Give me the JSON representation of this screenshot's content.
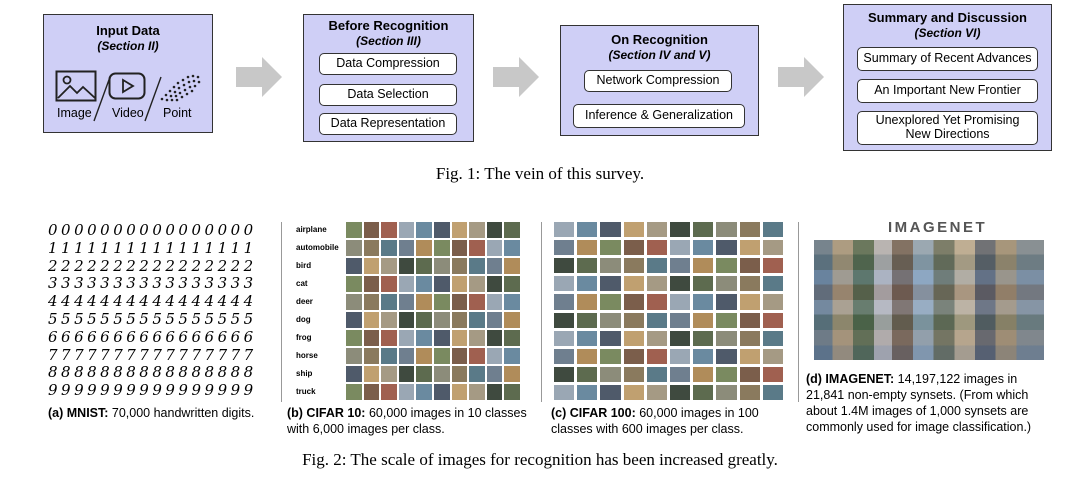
{
  "fig1": {
    "boxes": [
      {
        "title": "Input Data",
        "section": "(Section II)",
        "icons": [
          "Image",
          "Video",
          "Point"
        ]
      },
      {
        "title": "Before Recognition",
        "section": "(Section III)",
        "items": [
          "Data Compression",
          "Data Selection",
          "Data Representation"
        ]
      },
      {
        "title": "On Recognition",
        "section": "(Section IV and V)",
        "items": [
          "Network Compression",
          "Inference & Generalization"
        ]
      },
      {
        "title": "Summary and Discussion",
        "section": "(Section VI)",
        "items": [
          "Summary of Recent Advances",
          "An Important New Frontier",
          "Unexplored Yet Promising New Directions"
        ]
      }
    ],
    "caption": "Fig. 1: The vein of this survey."
  },
  "fig2": {
    "mnist_rows": [
      "0000000000000000",
      "1111111111111111",
      "2222222222222222",
      "3333333333333333",
      "4444444444444444",
      "5555555555555555",
      "6666666666666666",
      "7777777777777777",
      "8888888888888888",
      "9999999999999999"
    ],
    "cifar10_classes": [
      "airplane",
      "automobile",
      "bird",
      "cat",
      "deer",
      "dog",
      "frog",
      "horse",
      "ship",
      "truck"
    ],
    "imagenet_logo": "IMAGENET",
    "panels": [
      {
        "label": "(a) MNIST:",
        "text": " 70,000 handwritten digits."
      },
      {
        "label": "(b) CIFAR 10:",
        "text": " 60,000 images in 10 classes with 6,000 images per class."
      },
      {
        "label": "(c) CIFAR 100:",
        "text": " 60,000 images in  100 classes with 600 images per class."
      },
      {
        "label": "(d) IMAGENET:",
        "text": " 14,197,122 images in 21,841 non-empty synsets. (From which about 1.4M images of 1,000 synsets are commonly used for image classification.)"
      }
    ],
    "caption": "Fig. 2: The scale of images for recognition has been increased greatly."
  },
  "colors": {
    "box_fill": "#cfcff6",
    "arrow": "#c8c8c8"
  }
}
